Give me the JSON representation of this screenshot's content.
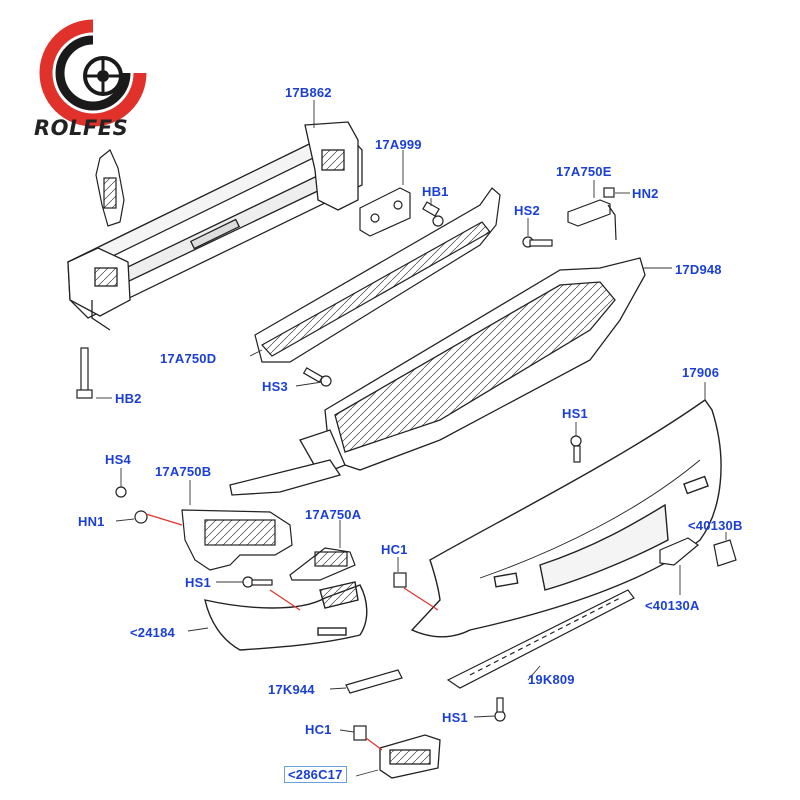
{
  "brand": {
    "name": "ROLFES",
    "accent_color": "#e0322a",
    "icon": "tire-logo-icon"
  },
  "label_color": "#1a3fd6",
  "line_color": "#222222",
  "callout_color": "#e0322a",
  "labels": {
    "l_17b862": "17B862",
    "l_17a999": "17A999",
    "l_hb1": "HB1",
    "l_17a750e": "17A750E",
    "l_hn2": "HN2",
    "l_hs2": "HS2",
    "l_17d948": "17D948",
    "l_17a750d": "17A750D",
    "l_hs3": "HS3",
    "l_hb2": "HB2",
    "l_17906": "17906",
    "l_hs1_a": "HS1",
    "l_hs4": "HS4",
    "l_17a750b": "17A750B",
    "l_hn1": "HN1",
    "l_17a750a": "17A750A",
    "l_40130b": "<40130B",
    "l_hc1_a": "HC1",
    "l_hs1_b": "HS1",
    "l_40130a": "<40130A",
    "l_24184": "<24184",
    "l_19k809": "19K809",
    "l_17k944": "17K944",
    "l_hs1_c": "HS1",
    "l_hc1_b": "HC1",
    "l_286c17": "<286C17"
  }
}
